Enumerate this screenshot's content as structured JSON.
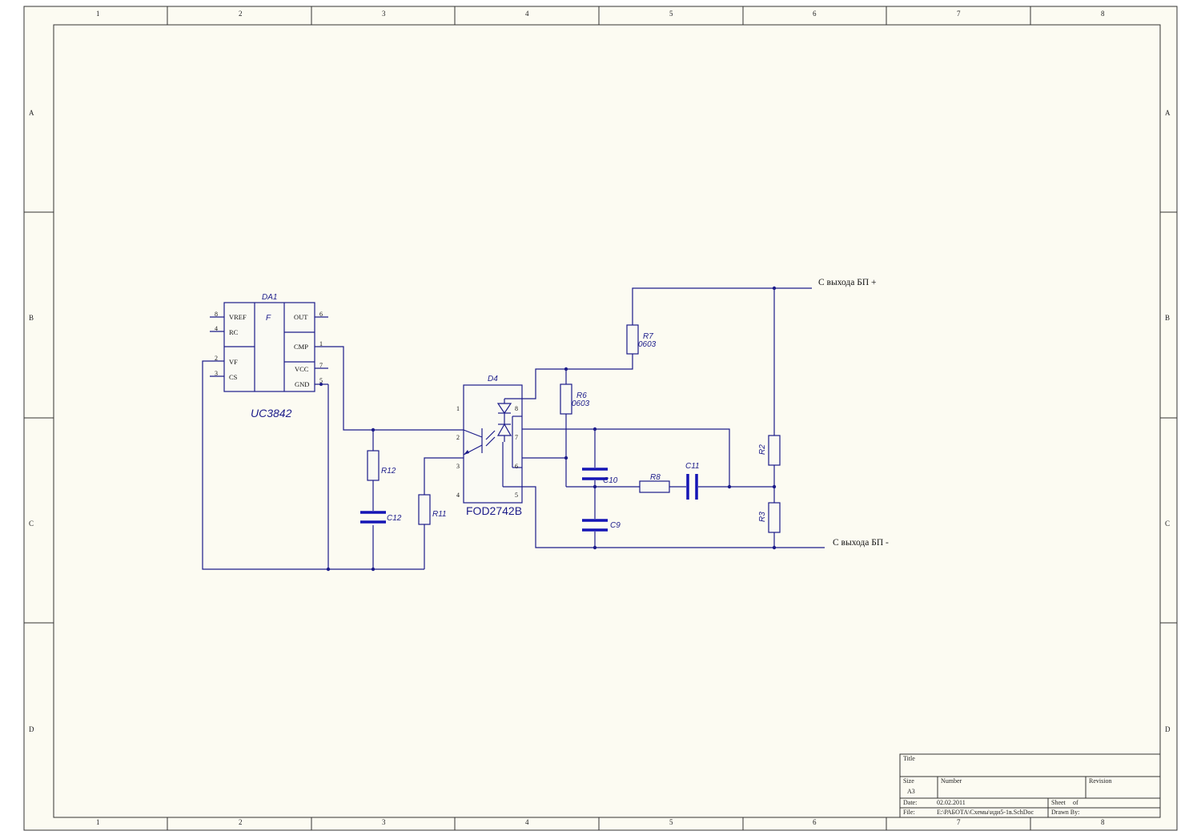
{
  "colors": {
    "paper": "#fcfbf2",
    "wire": "#1c1c8a",
    "capacitor": "#1515b5",
    "frame": "#333333"
  },
  "zones": {
    "columns": [
      "1",
      "2",
      "3",
      "4",
      "5",
      "6",
      "7",
      "8"
    ],
    "rows": [
      "A",
      "B",
      "C",
      "D"
    ]
  },
  "ic": {
    "ref": "DA1",
    "func": "F",
    "part": "UC3842",
    "pins_left": [
      {
        "num": "8",
        "name": "VREF"
      },
      {
        "num": "4",
        "name": "RC"
      },
      {
        "num": "2",
        "name": "VF"
      },
      {
        "num": "3",
        "name": "CS"
      }
    ],
    "pins_right": [
      {
        "num": "6",
        "name": "OUT"
      },
      {
        "num": "1",
        "name": "CMP"
      },
      {
        "num": "7",
        "name": "VCC"
      },
      {
        "num": "5",
        "name": "GND"
      }
    ]
  },
  "opto": {
    "ref": "D4",
    "part": "FOD2742B",
    "pins_left": [
      "1",
      "2",
      "3",
      "4"
    ],
    "pins_right": [
      "8",
      "7",
      "6",
      "5"
    ]
  },
  "components": {
    "r7": {
      "ref": "R7",
      "value": "0603"
    },
    "r6": {
      "ref": "R6",
      "value": "0603"
    },
    "r12": {
      "ref": "R12"
    },
    "r11": {
      "ref": "R11"
    },
    "r8": {
      "ref": "R8"
    },
    "r2": {
      "ref": "R2"
    },
    "r3": {
      "ref": "R3"
    },
    "c12": {
      "ref": "C12"
    },
    "c10": {
      "ref": "C10"
    },
    "c9": {
      "ref": "C9"
    },
    "c11": {
      "ref": "C11"
    }
  },
  "nets": {
    "plus": "С выхода БП +",
    "minus": "С выхода БП -"
  },
  "title_block": {
    "title_label": "Title",
    "size_label": "Size",
    "size_value": "A3",
    "number_label": "Number",
    "revision_label": "Revision",
    "date_label": "Date:",
    "date_value": "02.02.2011",
    "file_label": "File:",
    "file_value": "E:\\РАБОТА\\Схемы\\иди5-1в.SchDoc",
    "sheet_label": "Sheet",
    "of_label": "of",
    "drawn_label": "Drawn By:"
  }
}
